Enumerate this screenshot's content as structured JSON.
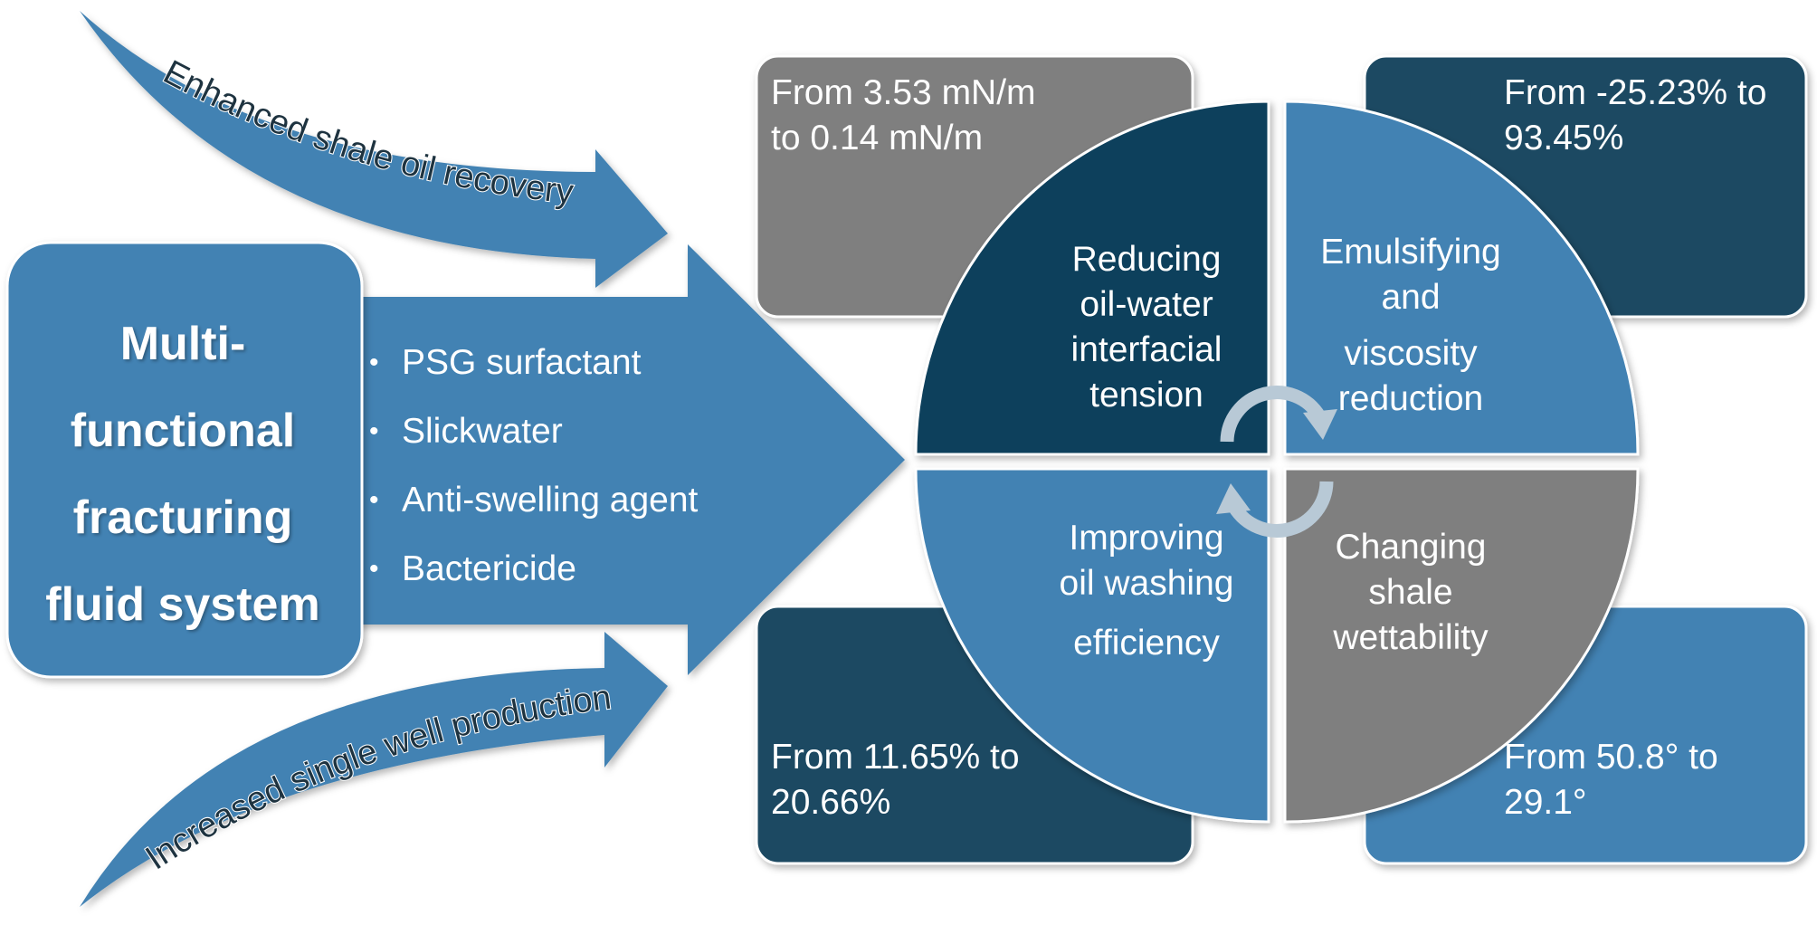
{
  "title": "Multi-functional fracturing fluid system",
  "title_lines": [
    "Multi-",
    "functional",
    "fracturing",
    "fluid system"
  ],
  "components": [
    "PSG surfactant",
    "Slickwater",
    "Anti-swelling agent",
    "Bactericide"
  ],
  "arrow_top_label": "Enhanced shale oil recovery",
  "arrow_bottom_label": "Increased single well production",
  "quadrants": {
    "top_left": [
      "Reducing",
      "oil-water",
      "interfacial",
      "tension"
    ],
    "top_right": [
      "Emulsifying",
      "and",
      "viscosity",
      "reduction"
    ],
    "bottom_left": [
      "Improving",
      "oil washing",
      "efficiency"
    ],
    "bottom_right": [
      "Changing",
      "shale",
      "wettability"
    ]
  },
  "results": {
    "top_left": [
      "From 3.53 mN/m",
      "to 0.14 mN/m"
    ],
    "top_right": [
      "From -25.23% to",
      "93.45%"
    ],
    "bottom_left": [
      "From 11.65% to",
      "20.66%"
    ],
    "bottom_right": [
      "From 50.8° to",
      "29.1°"
    ]
  },
  "colors": {
    "blue": "#4282b3",
    "dark_blue": "#0e3f5c",
    "dark_teal": "#1b4a62",
    "gray": "#7f7f7f",
    "cycle_arrow": "#b8c9d6"
  }
}
